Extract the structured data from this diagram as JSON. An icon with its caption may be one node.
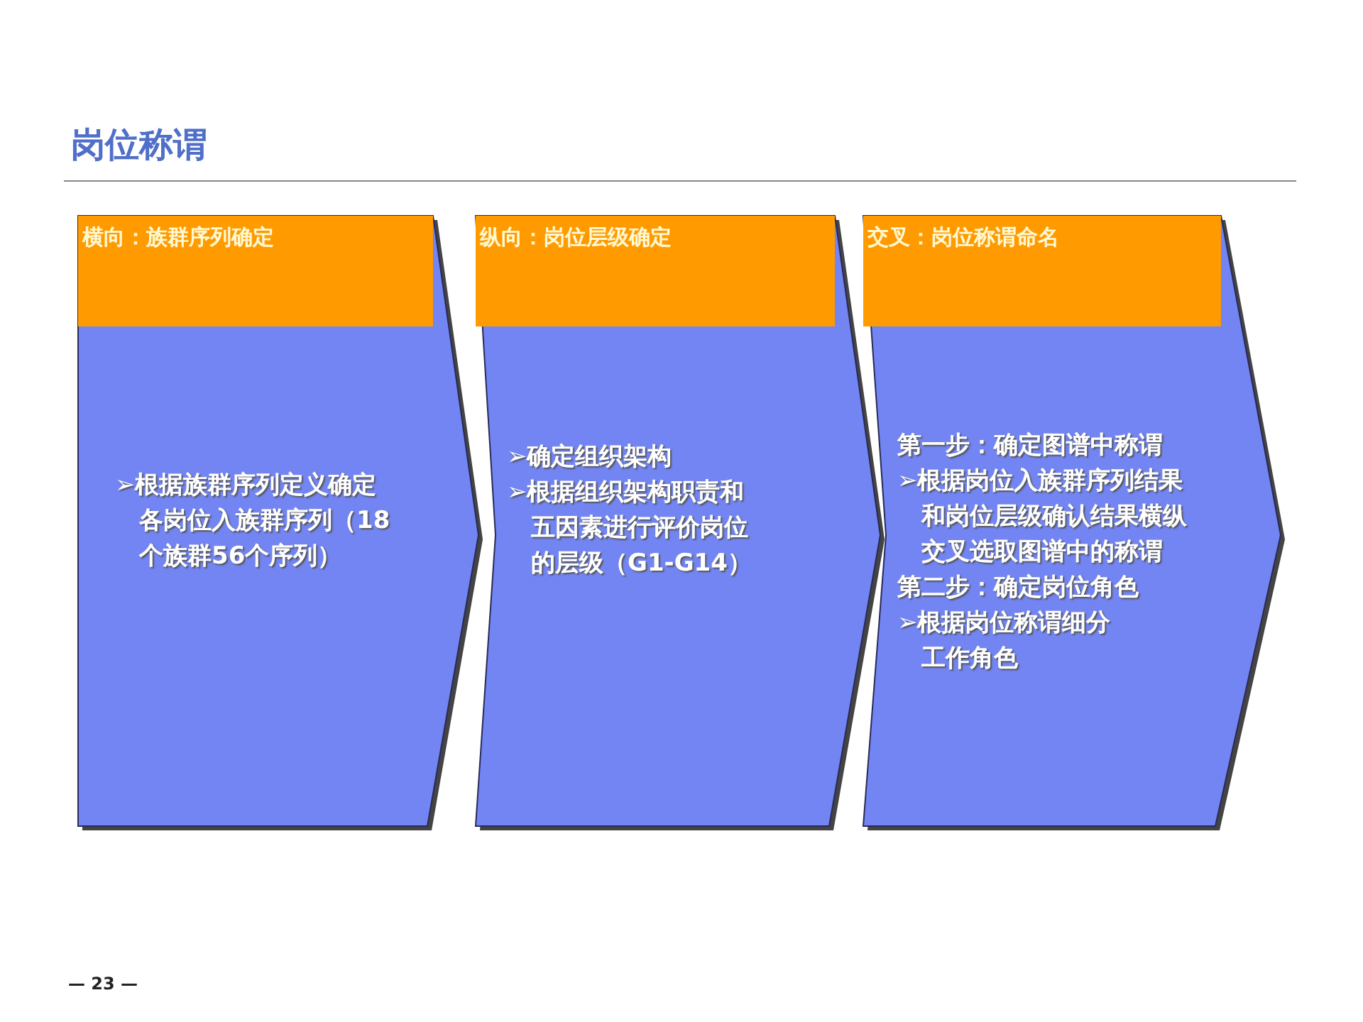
{
  "diagram": {
    "title": "岗位称谓",
    "nodes": [
      {
        "text": [
          "横向：族群序列确定",
          "➢根据族群序列定义确定各岗位入族群序列（18个族群56个序列）"
        ]
      },
      {
        "text": [
          "纵向：岗位层级确定",
          "➢确定组织架构",
          "➢根据组织架构职责和五因素进行评价岗位的层级（G1-G14）"
        ]
      },
      {
        "text": [
          "交叉：岗位称谓命名",
          "第一步：确定图谱中称谓",
          "➢根据岗位入族群序列结果和岗位层级确认结果横纵交叉选取图谱中的称谓",
          "第二步：确定岗位角色",
          "➢根据岗位称谓细分工作角色"
        ]
      }
    ],
    "labels": [
      "— 23 —"
    ]
  }
}
